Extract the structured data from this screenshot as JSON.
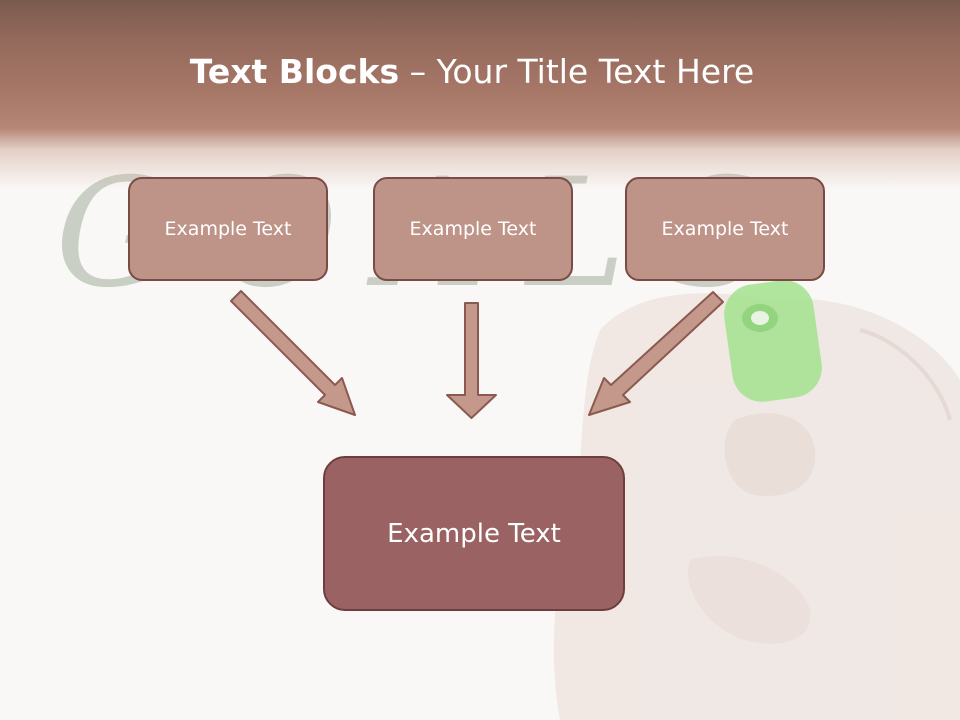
{
  "title": {
    "bold": "Text Blocks",
    "dash": " – ",
    "rest": "Your Title Text Here"
  },
  "boxes": {
    "top_left": "Example Text",
    "top_center": "Example Text",
    "top_right": "Example Text",
    "bottom": "Example Text"
  },
  "background": {
    "handwriting": "GOALS"
  },
  "colors": {
    "header": "#a87868",
    "small_box_fill": "#bf9488",
    "small_box_border": "#7a4a44",
    "big_box_fill": "#9a6262",
    "arrow_fill": "#c4998c",
    "arrow_stroke": "#8a5a50",
    "marker": "#9be28a"
  }
}
